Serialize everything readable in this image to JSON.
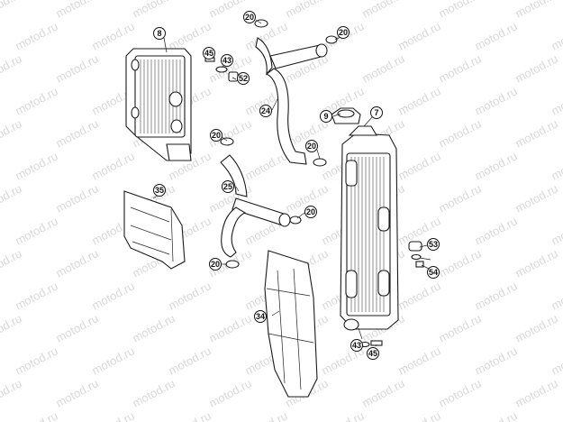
{
  "watermark": {
    "text": "motod.ru",
    "color": "#d9d9d9"
  },
  "callouts": {
    "c8": "8",
    "c45a": "45",
    "c43a": "43",
    "c52": "52",
    "c20a": "20",
    "c20b": "20",
    "c20c": "20",
    "c20d": "20",
    "c20e": "20",
    "c20f": "20",
    "c24": "24",
    "c25": "25",
    "c9": "9",
    "c7": "7",
    "c35": "35",
    "c34": "34",
    "c53": "53",
    "c54": "54",
    "c43b": "43",
    "c45b": "45"
  }
}
